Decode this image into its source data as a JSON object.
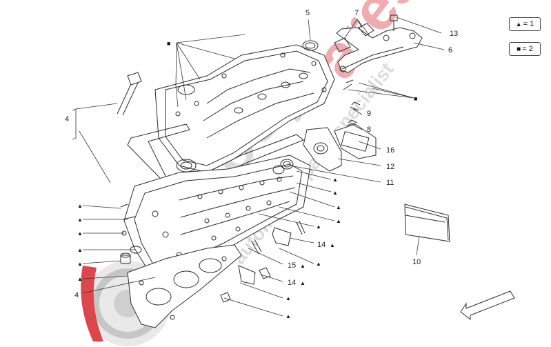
{
  "legend": [
    {
      "symbol": "▲",
      "text": "= 1"
    },
    {
      "symbol": "■",
      "text": "= 2"
    }
  ],
  "callouts": {
    "c4a": "4",
    "c4b": "4",
    "c5": "5",
    "c6": "6",
    "c7": "7",
    "c8": "8",
    "c9": "9",
    "c10": "10",
    "c11": "11",
    "c12": "12",
    "c13": "13",
    "c14a": "14",
    "c14b": "14",
    "c15": "15",
    "c16": "16"
  },
  "markers": {
    "triangle": "▲",
    "square": "■"
  },
  "watermark": {
    "text": "eurospares  automotive  parts  specialist"
  },
  "colors": {
    "line": "#2a2a2a",
    "watermark_red": "#d9262e",
    "watermark_grey": "#c9c9c9"
  }
}
